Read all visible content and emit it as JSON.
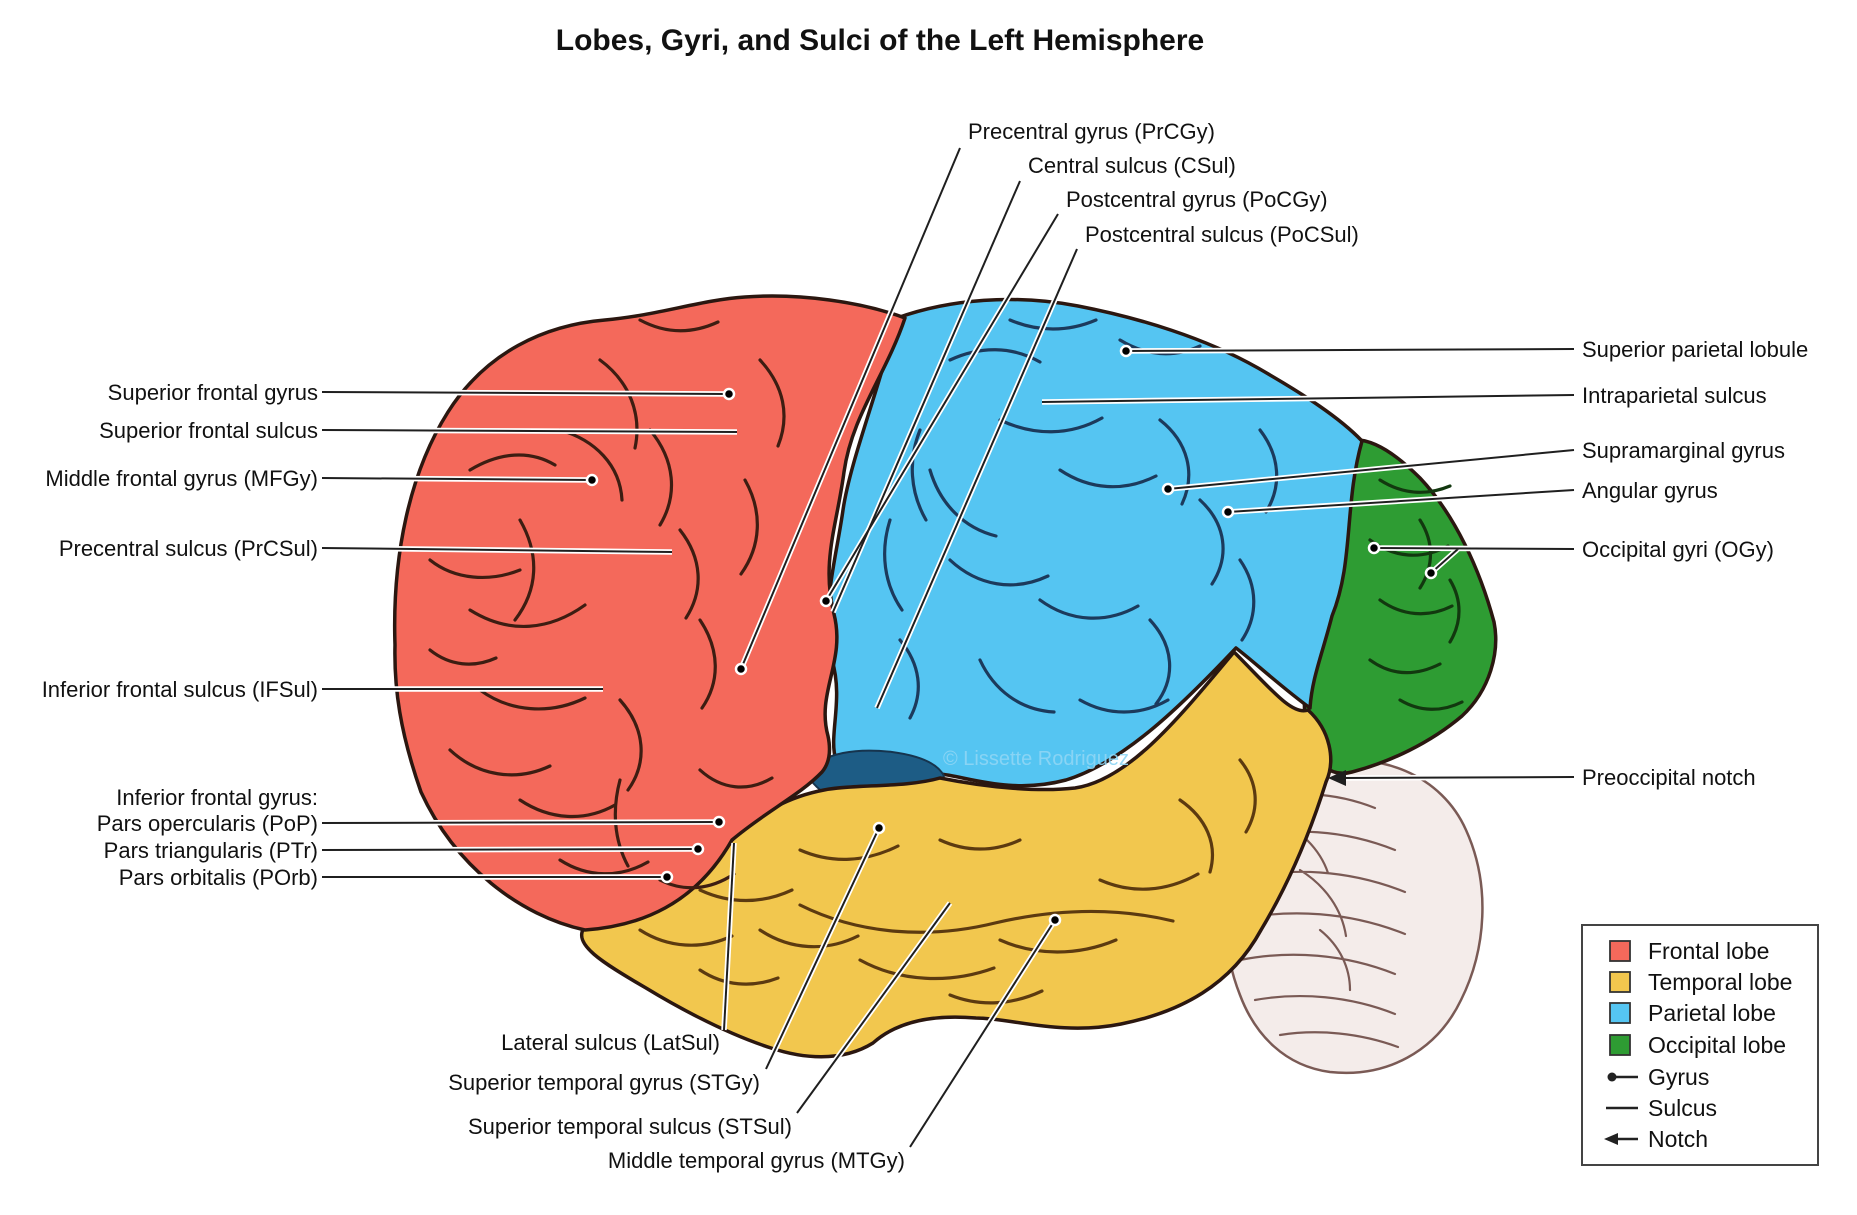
{
  "title": "Lobes, Gyri, and Sulci of the Left Hemisphere",
  "watermark": "© Lissette Rodriguez",
  "colors": {
    "frontal": "#f4695b",
    "temporal": "#f2c74e",
    "parietal": "#55c5f2",
    "occipital": "#2e9c33",
    "lateral_sulcus_depth": "#1d5c85",
    "cerebellum_fill": "#f4ecea",
    "outline": "#2b1710"
  },
  "labels": {
    "precentral_gyrus": "Precentral gyrus (PrCGy)",
    "central_sulcus": "Central sulcus (CSul)",
    "postcentral_gyrus": "Postcentral gyrus (PoCGy)",
    "postcentral_sulcus": "Postcentral sulcus (PoCSul)",
    "superior_frontal_gyrus": "Superior frontal gyrus",
    "superior_frontal_sulcus": "Superior frontal sulcus",
    "middle_frontal_gyrus": "Middle frontal gyrus (MFGy)",
    "precentral_sulcus": "Precentral sulcus (PrCSul)",
    "inferior_frontal_sulcus": "Inferior frontal sulcus (IFSul)",
    "inferior_frontal_gyrus_heading": "Inferior frontal gyrus:",
    "pars_opercularis": "Pars opercularis (PoP)",
    "pars_triangularis": "Pars triangularis (PTr)",
    "pars_orbitalis": "Pars orbitalis (POrb)",
    "superior_parietal_lobule": "Superior parietal lobule",
    "intraparietal_sulcus": "Intraparietal sulcus",
    "supramarginal_gyrus": "Supramarginal gyrus",
    "angular_gyrus": "Angular gyrus",
    "occipital_gyri": "Occipital gyri (OGy)",
    "preoccipital_notch": "Preoccipital notch",
    "lateral_sulcus": "Lateral sulcus (LatSul)",
    "superior_temporal_gyrus": "Superior temporal gyrus (STGy)",
    "superior_temporal_sulcus": "Superior temporal sulcus (STSul)",
    "middle_temporal_gyrus": "Middle temporal gyrus (MTGy)"
  },
  "legend": {
    "items": [
      {
        "label": "Frontal lobe",
        "swatch": "#f4695b"
      },
      {
        "label": "Temporal lobe",
        "swatch": "#f2c74e"
      },
      {
        "label": "Parietal lobe",
        "swatch": "#55c5f2"
      },
      {
        "label": "Occipital lobe",
        "swatch": "#2e9c33"
      },
      {
        "label": "Gyrus",
        "symbol": "gyrus-dot-line"
      },
      {
        "label": "Sulcus",
        "symbol": "sulcus-line"
      },
      {
        "label": "Notch",
        "symbol": "notch-arrow"
      }
    ]
  }
}
